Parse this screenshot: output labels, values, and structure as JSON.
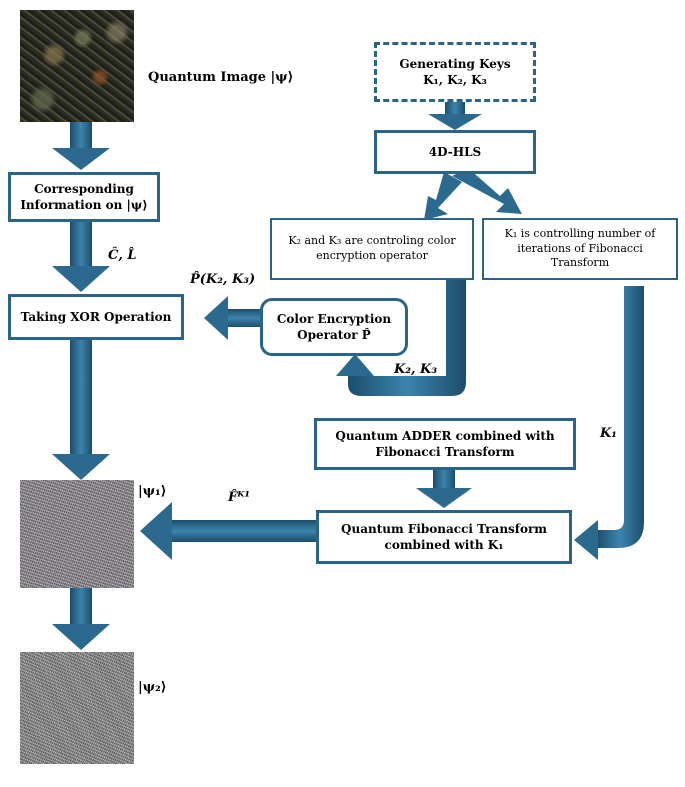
{
  "images": {
    "quantum_image_label": "Quantum Image |ψ⟩",
    "psi1_label": "|ψ₁⟩",
    "psi2_label": "|ψ₂⟩"
  },
  "boxes": {
    "generating_keys": "Generating Keys\nK₁, K₂, K₃",
    "hls": "4D-HLS",
    "k2k3_control": "K₂ and K₃ are controling color encryption operator",
    "k1_control": "K₁ is controlling number of iterations of Fibonacci Transform",
    "corresponding_info": "Corresponding Information on |ψ⟩",
    "xor": "Taking XOR Operation",
    "color_encryption": "Color Encryption Operator P̂",
    "adder": "Quantum ADDER combined with Fibonacci Transform",
    "qft": "Quantum Fibonacci Transform combined with K₁"
  },
  "arrow_labels": {
    "c_l": "Ĉ, L̂",
    "p_k2k3": "P̂(K₂, K₃)",
    "k2k3": "K₂, K₃",
    "k1": "K₁",
    "f_k1": "F̂ᴷ¹"
  },
  "colors": {
    "arrow": "#2b6a8e",
    "arrow_dark": "#1d4d6b",
    "border": "#2a6587"
  }
}
